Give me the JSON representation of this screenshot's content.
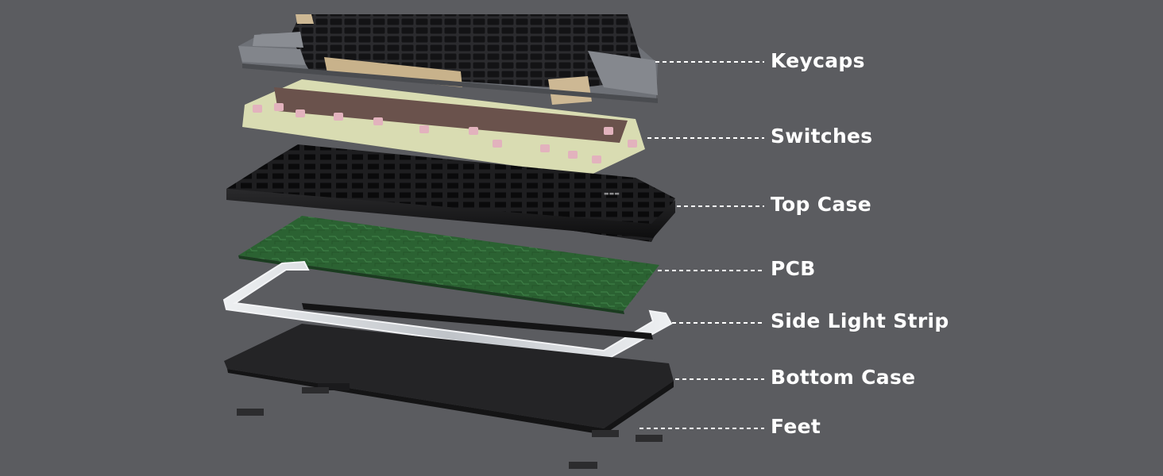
{
  "labels": {
    "keycaps": "Keycaps",
    "switches": "Switches",
    "top_case": "Top Case",
    "pcb": "PCB",
    "side_light_strip": "Side Light Strip",
    "bottom_case": "Bottom Case",
    "feet": "Feet"
  },
  "colors": {
    "background": "#5b5c60",
    "label_text": "#ffffff",
    "leader_line": "#ffffff",
    "keycap_black": "#1f1f21",
    "keycap_gray": "#7e8187",
    "keycap_beige": "#cdb894",
    "switch_pink": "#e2b2bd",
    "switch_brown": "#5a4440",
    "switch_base": "#d9dcb2",
    "top_case": "#1c1c1e",
    "pcb_green": "#2d6634",
    "light_strip": "#d7dade",
    "bottom_case": "#232325"
  },
  "icons": {
    "top_case_brand": "logo-mark"
  }
}
